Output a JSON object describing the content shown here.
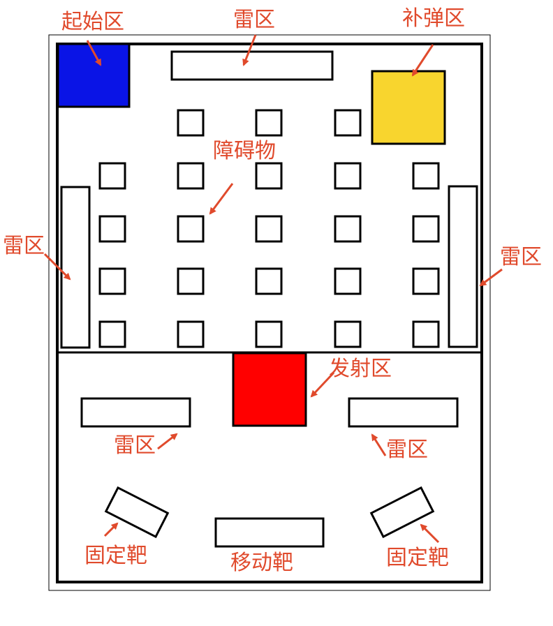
{
  "labels": {
    "start_zone": "起始区",
    "mine_top": "雷区",
    "resupply_zone": "补弹区",
    "obstacles": "障碍物",
    "mine_left": "雷区",
    "mine_right": "雷区",
    "launch_zone": "发射区",
    "mine_lower_left": "雷区",
    "mine_lower_right": "雷区",
    "fixed_target_left": "固定靶",
    "moving_target": "移动靶",
    "fixed_target_right": "固定靶"
  },
  "colors": {
    "start_zone": "#0a14e6",
    "resupply_zone": "#f8d52e",
    "launch_zone": "#ff0000",
    "annotation": "#e04a2c",
    "outline": "#000000"
  },
  "obstacle_grid": {
    "rows": 5,
    "cols": 5,
    "top_row_present": [
      false,
      true,
      true,
      true,
      false
    ]
  }
}
